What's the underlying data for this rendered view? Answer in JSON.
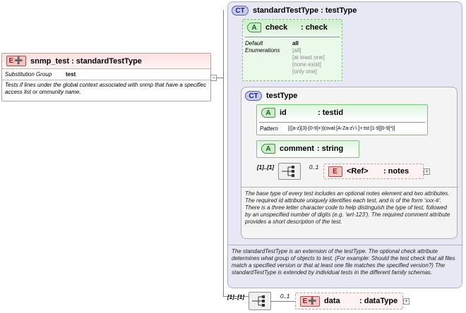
{
  "root": {
    "badge": "E",
    "title": "snmp_test : standardTestType",
    "substitution_label": "Substitution Group",
    "substitution_value": "test",
    "description": "Tests if lines under the global context associated with snmp that have a specifiec access list or ommunity name."
  },
  "standard_type": {
    "badge": "CT",
    "title": "standardTestType : testType",
    "description": "The standardTestType is an extension of the testType.  The optional check attribute determines what group of objects to test.  (For example: Should the test check that all files match a specified version or that at least one file matches the specified version?)  The standardTestType is extended by individual tests in the different family schemas.",
    "check_attr": {
      "badge": "A",
      "name": "check",
      "type": ": check",
      "default_label": "Default",
      "enum_label": "Enumerations",
      "default_value": "all",
      "enumerations": [
        "[all]",
        "[at least one]",
        "[none exist]",
        "[only one]"
      ]
    }
  },
  "test_type": {
    "badge": "CT",
    "title": "testType",
    "description": "The base type of every test includes an optional notes element and two attributes.  The required id attribute uniquely identifies each test, and is of the form 'xxx-#'.  There is a three letter character code to help distinguish the type of test, followed by an unspecified number of digits (e.g. 'wrt-123').  The required comment attribute provides a short description of the test.",
    "id_attr": {
      "badge": "A",
      "name": "id",
      "type": ": testid",
      "pattern_label": "Pattern",
      "pattern_value": "[([a-z]{3}-[0-9]+)|(oval:[A-Za-z\\-\\.]+:tst:[1-9][0-9]*)]"
    },
    "comment_attr": {
      "badge": "A",
      "name": "comment",
      "type": ": string"
    },
    "sequence_card": "[1]..[1]",
    "notes": {
      "badge": "E",
      "card": "0..1",
      "name": "<Ref>",
      "type": ": notes"
    }
  },
  "outer_sequence": {
    "card": "[1]..[1]",
    "data": {
      "badge": "E",
      "card": "0..1",
      "name": "data",
      "type": ": dataType"
    }
  }
}
